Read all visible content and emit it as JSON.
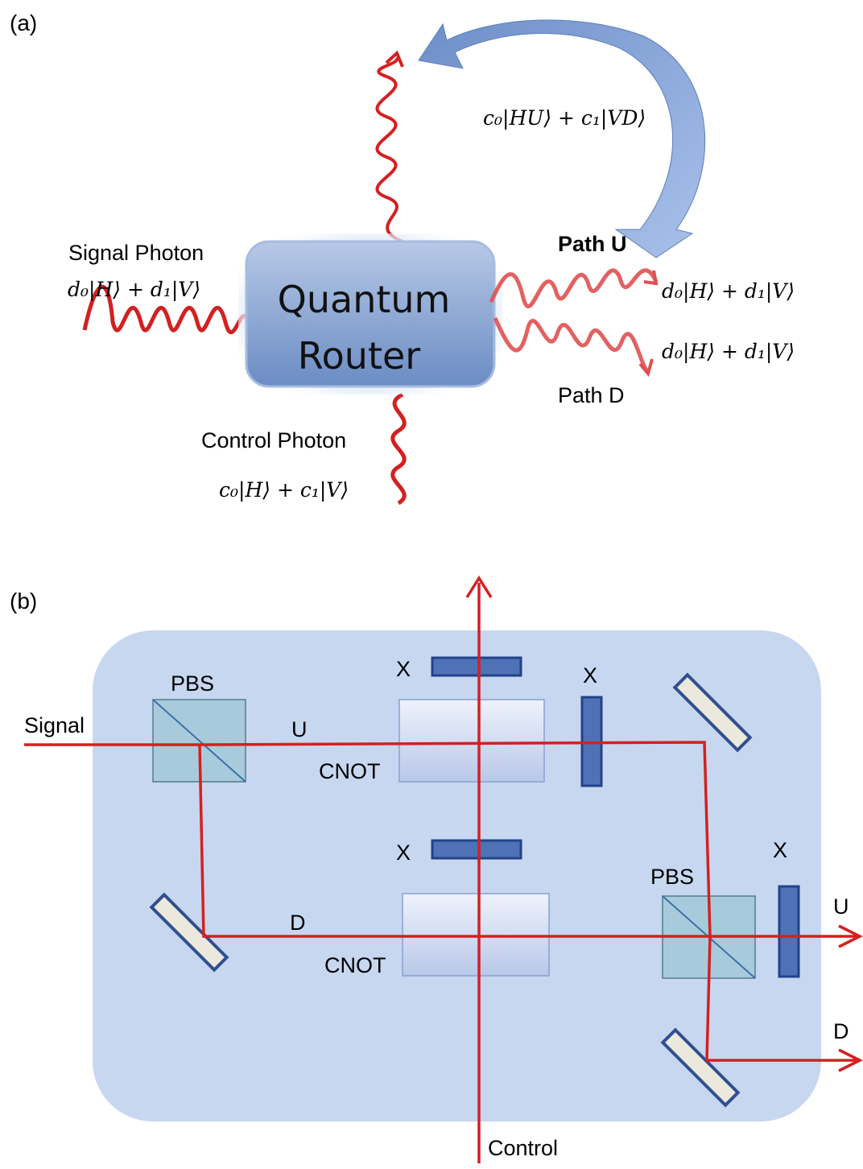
{
  "panel_a": {
    "label": "(a)",
    "router_line1": "Quantum",
    "router_line2": "Router",
    "signal_title": "Signal Photon",
    "signal_state": "d₀|H⟩ + d₁|V⟩",
    "control_title": "Control Photon",
    "control_state": "c₀|H⟩ + c₁|V⟩",
    "output_state": "c₀|HU⟩ + c₁|VD⟩",
    "path_u_label": "Path U",
    "path_d_label": "Path D",
    "path_u_state": "d₀|H⟩ + d₁|V⟩",
    "path_d_state": "d₀|H⟩ + d₁|V⟩"
  },
  "panel_b": {
    "label": "(b)",
    "signal_label": "Signal",
    "control_label": "Control",
    "pbs1_label": "PBS",
    "pbs2_label": "PBS",
    "cnot_top_label": "CNOT",
    "cnot_bottom_label": "CNOT",
    "path_u_inner": "U",
    "path_d_inner": "D",
    "out_u": "U",
    "out_d": "D",
    "x_top_control": "X",
    "x_top_signal": "X",
    "x_mid_control": "X",
    "x_output": "X"
  },
  "colors": {
    "beam": "#d42020",
    "panel_bg": "#c7d7f0",
    "waveplate": "#4f72b6",
    "pbs_fill": "#9ec7d6",
    "arrow_blue": "#7e9fd6"
  }
}
